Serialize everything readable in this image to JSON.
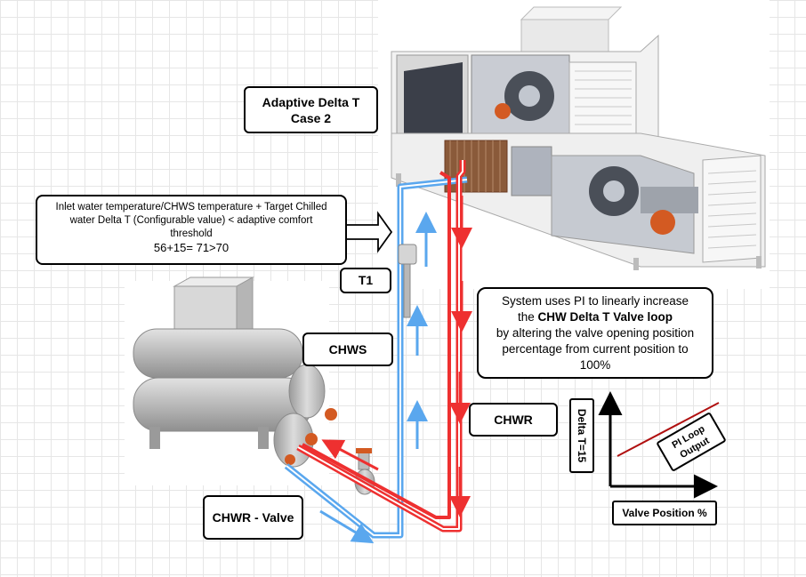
{
  "title": {
    "line1": "Adaptive Delta T",
    "line2": "Case 2"
  },
  "condition": {
    "line1": "Inlet water temperature/CHWS temperature + Target Chilled",
    "line2": "water Delta T (Configurable value) < adaptive comfort",
    "line3": "threshold",
    "line4": "56+15= 71>70"
  },
  "labels": {
    "t1": "T1",
    "chws": "CHWS",
    "chwr": "CHWR",
    "chwr_valve": "CHWR - Valve"
  },
  "system_note": {
    "line1": "System uses PI to linearly increase",
    "line2_prefix": "the ",
    "line2_bold": "CHW Delta T Valve loop",
    "line3": "by altering the valve opening position",
    "line4": "percentage from current position to",
    "line5": "100%"
  },
  "graph": {
    "y_label": "Delta T=15",
    "x_label": "Valve Position %",
    "line_label_1": "PI Loop",
    "line_label_2": "Output",
    "line_color": "#b01010"
  },
  "colors": {
    "supply_pipe": "#5aa7ee",
    "return_pipe": "#ee3030"
  }
}
